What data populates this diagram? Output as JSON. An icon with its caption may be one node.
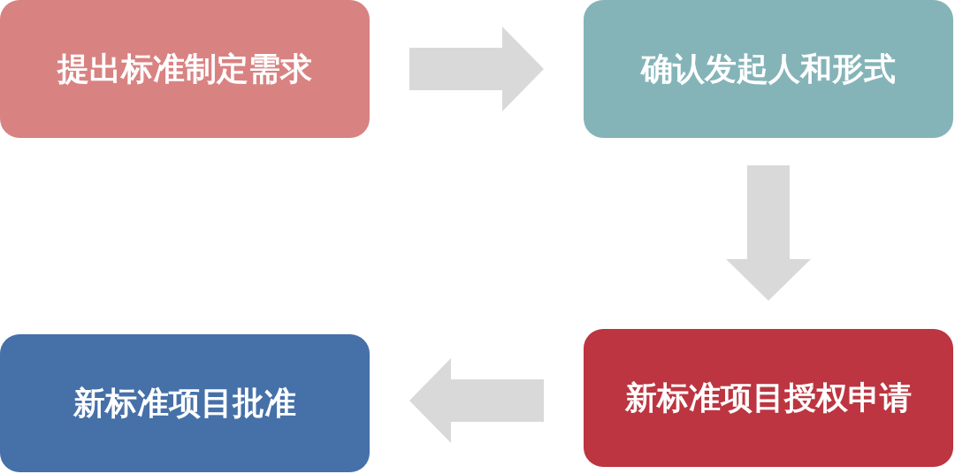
{
  "diagram": {
    "nodes": [
      {
        "text": [
          "提出标准制定需求"
        ]
      },
      {
        "text": [
          "确认发起人和形式"
        ]
      },
      {
        "text": [
          "新标准项目授权申请"
        ]
      },
      {
        "text": [
          "新标准项目批准"
        ]
      }
    ],
    "edges": [
      {
        "from": 0,
        "to": 1,
        "arrow": "to"
      },
      {
        "from": 1,
        "to": 2,
        "arrow": "to"
      },
      {
        "from": 2,
        "to": 3,
        "arrow": "to"
      }
    ]
  }
}
